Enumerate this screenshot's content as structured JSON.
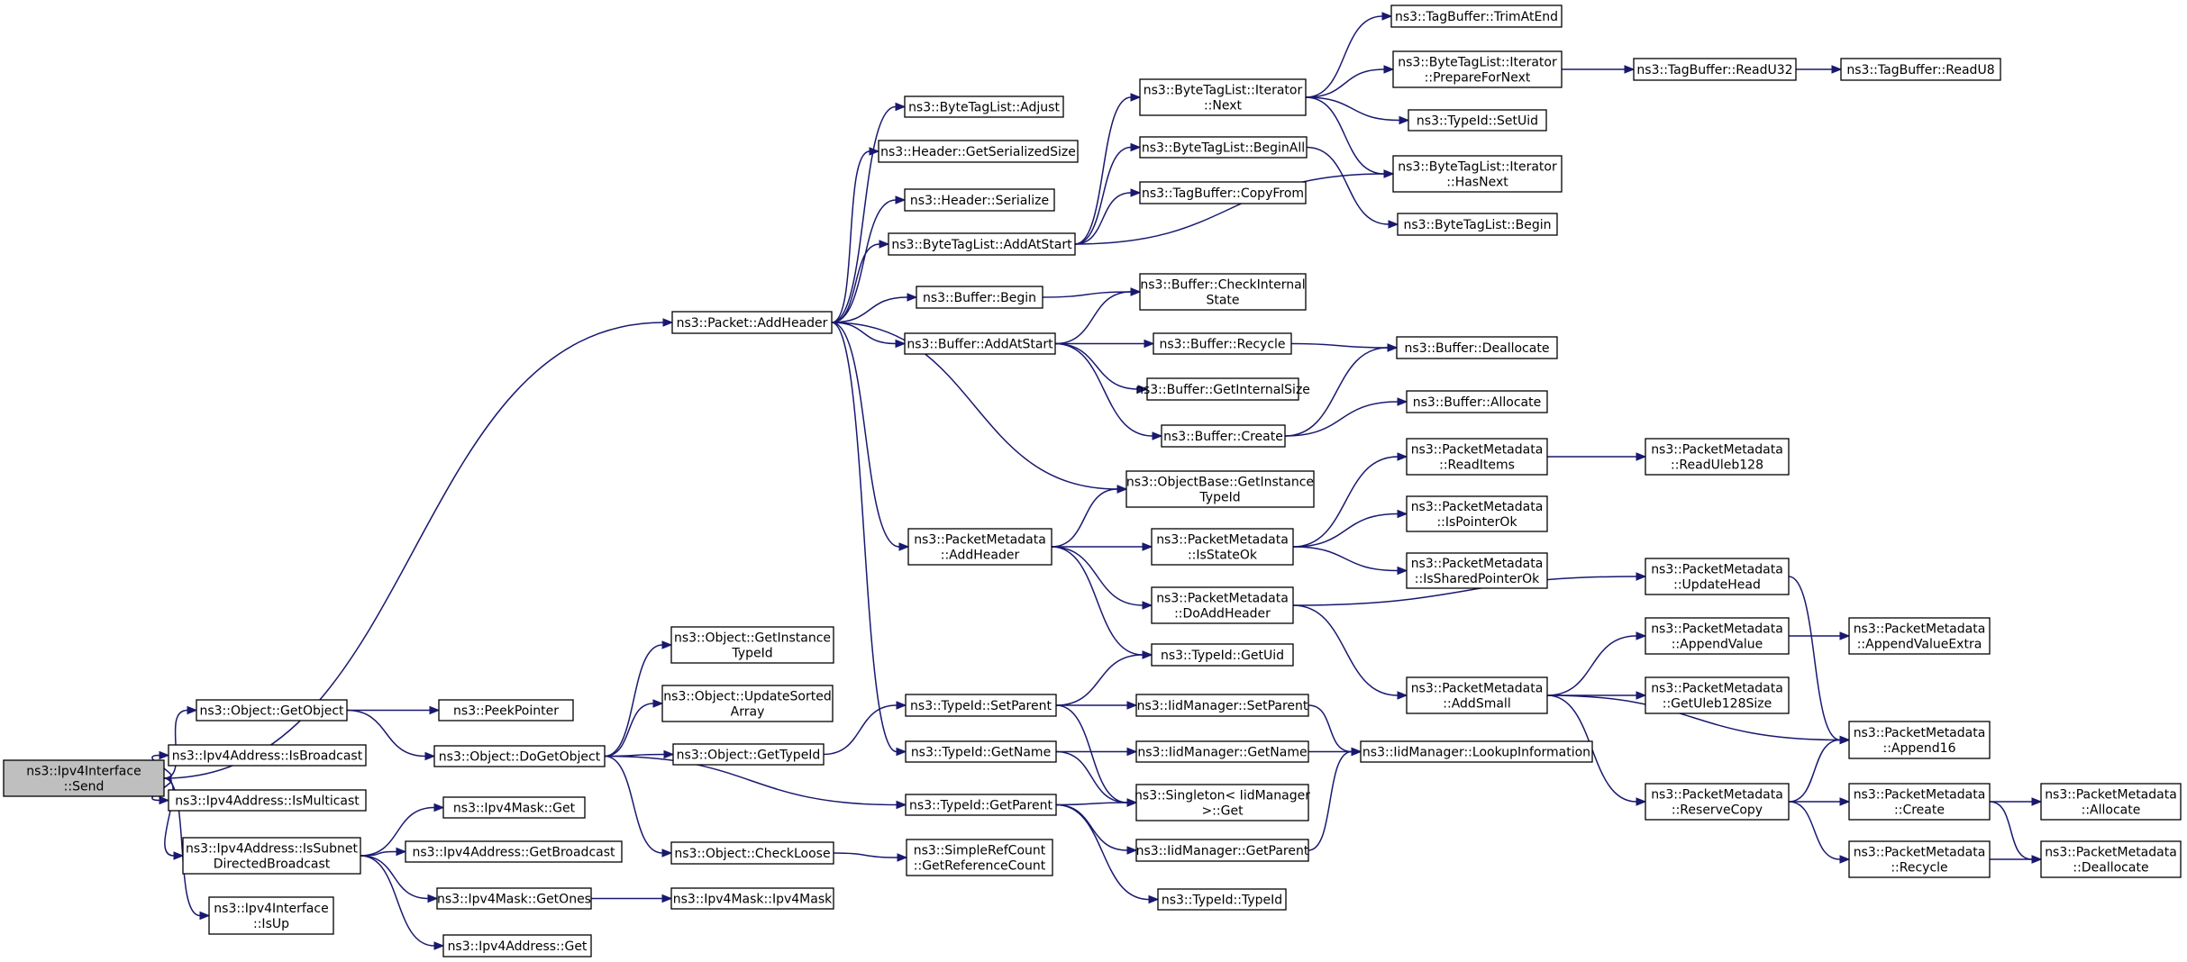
{
  "nodes": {
    "send": [
      "ns3::Ipv4Interface",
      "::Send"
    ],
    "getobject": [
      "ns3::Object::GetObject"
    ],
    "isbroadcast": [
      "ns3::Ipv4Address::IsBroadcast"
    ],
    "ismulticast": [
      "ns3::Ipv4Address::IsMulticast"
    ],
    "issubnet": [
      "ns3::Ipv4Address::IsSubnet",
      "DirectedBroadcast"
    ],
    "isup": [
      "ns3::Ipv4Interface",
      "::IsUp"
    ],
    "addheader": [
      "ns3::Packet::AddHeader"
    ],
    "peekpointer": [
      "ns3::PeekPointer"
    ],
    "dogetobject": [
      "ns3::Object::DoGetObject"
    ],
    "maskget": [
      "ns3::Ipv4Mask::Get"
    ],
    "getbroadcast": [
      "ns3::Ipv4Address::GetBroadcast"
    ],
    "getones": [
      "ns3::Ipv4Mask::GetOnes"
    ],
    "addrget": [
      "ns3::Ipv4Address::Get"
    ],
    "bytetagadjust": [
      "ns3::ByteTagList::Adjust"
    ],
    "headerserialsize": [
      "ns3::Header::GetSerializedSize"
    ],
    "headerserialize": [
      "ns3::Header::Serialize"
    ],
    "addatstart": [
      "ns3::ByteTagList::AddAtStart"
    ],
    "bufferbegin": [
      "ns3::Buffer::Begin"
    ],
    "bufferaddatstart": [
      "ns3::Buffer::AddAtStart"
    ],
    "pmaddheader": [
      "ns3::PacketMetadata",
      "::AddHeader"
    ],
    "objinstancetypeid": [
      "ns3::Object::GetInstance",
      "TypeId"
    ],
    "updatesorted": [
      "ns3::Object::UpdateSorted",
      "Array"
    ],
    "objgettypeid": [
      "ns3::Object::GetTypeId"
    ],
    "checkloose": [
      "ns3::Object::CheckLoose"
    ],
    "ipv4maskctor": [
      "ns3::Ipv4Mask::Ipv4Mask"
    ],
    "setparent": [
      "ns3::TypeId::SetParent"
    ],
    "getname": [
      "ns3::TypeId::GetName"
    ],
    "getparent": [
      "ns3::TypeId::GetParent"
    ],
    "getrefcount": [
      "ns3::SimpleRefCount",
      "::GetReferenceCount"
    ],
    "iternext": [
      "ns3::ByteTagList::Iterator",
      "::Next"
    ],
    "beginall": [
      "ns3::ByteTagList::BeginAll"
    ],
    "copyfrom": [
      "ns3::TagBuffer::CopyFrom"
    ],
    "checkinternal": [
      "ns3::Buffer::CheckInternal",
      "State"
    ],
    "bufrecycle": [
      "ns3::Buffer::Recycle"
    ],
    "getinternalsize": [
      "ns3::Buffer::GetInternalSize"
    ],
    "bufcreate": [
      "ns3::Buffer::Create"
    ],
    "objbaseinstance": [
      "ns3::ObjectBase::GetInstance",
      "TypeId"
    ],
    "isstateok": [
      "ns3::PacketMetadata",
      "::IsStateOk"
    ],
    "doaddheader": [
      "ns3::PacketMetadata",
      "::DoAddHeader"
    ],
    "getuid": [
      "ns3::TypeId::GetUid"
    ],
    "iidsetparent": [
      "ns3::IidManager::SetParent"
    ],
    "iidgetname": [
      "ns3::IidManager::GetName"
    ],
    "singletonget": [
      "ns3::Singleton< IidManager",
      ">::Get"
    ],
    "iidgetparent": [
      "ns3::IidManager::GetParent"
    ],
    "typeidctor": [
      "ns3::TypeId::TypeId"
    ],
    "trimatend": [
      "ns3::TagBuffer::TrimAtEnd"
    ],
    "preparefornext": [
      "ns3::ByteTagList::Iterator",
      "::PrepareForNext"
    ],
    "setuid": [
      "ns3::TypeId::SetUid"
    ],
    "hasnext": [
      "ns3::ByteTagList::Iterator",
      "::HasNext"
    ],
    "bytetagbegin": [
      "ns3::ByteTagList::Begin"
    ],
    "bufdeallocate": [
      "ns3::Buffer::Deallocate"
    ],
    "bufallocate": [
      "ns3::Buffer::Allocate"
    ],
    "readitems": [
      "ns3::PacketMetadata",
      "::ReadItems"
    ],
    "ispointerok": [
      "ns3::PacketMetadata",
      "::IsPointerOk"
    ],
    "issharedptrok": [
      "ns3::PacketMetadata",
      "::IsSharedPointerOk"
    ],
    "addsmall": [
      "ns3::PacketMetadata",
      "::AddSmall"
    ],
    "lookupinfo": [
      "ns3::IidManager::LookupInformation"
    ],
    "readu32": [
      "ns3::TagBuffer::ReadU32"
    ],
    "readu8": [
      "ns3::TagBuffer::ReadU8"
    ],
    "readuleb": [
      "ns3::PacketMetadata",
      "::ReadUleb128"
    ],
    "updatehead": [
      "ns3::PacketMetadata",
      "::UpdateHead"
    ],
    "appendvalue": [
      "ns3::PacketMetadata",
      "::AppendValue"
    ],
    "getuleb": [
      "ns3::PacketMetadata",
      "::GetUleb128Size"
    ],
    "reservecopy": [
      "ns3::PacketMetadata",
      "::ReserveCopy"
    ],
    "appendvalueextra": [
      "ns3::PacketMetadata",
      "::AppendValueExtra"
    ],
    "append16": [
      "ns3::PacketMetadata",
      "::Append16"
    ],
    "pmcreate": [
      "ns3::PacketMetadata",
      "::Create"
    ],
    "pmrecycle": [
      "ns3::PacketMetadata",
      "::Recycle"
    ],
    "pmallocate": [
      "ns3::PacketMetadata",
      "::Allocate"
    ],
    "pmdeallocate": [
      "ns3::PacketMetadata",
      "::Deallocate"
    ]
  },
  "edges": [
    [
      "send",
      "getobject"
    ],
    [
      "send",
      "isbroadcast"
    ],
    [
      "send",
      "ismulticast"
    ],
    [
      "send",
      "issubnet"
    ],
    [
      "send",
      "isup"
    ],
    [
      "send",
      "addheader"
    ],
    [
      "getobject",
      "peekpointer"
    ],
    [
      "getobject",
      "dogetobject"
    ],
    [
      "issubnet",
      "maskget"
    ],
    [
      "issubnet",
      "getbroadcast"
    ],
    [
      "issubnet",
      "getones"
    ],
    [
      "issubnet",
      "addrget"
    ],
    [
      "dogetobject",
      "objinstancetypeid"
    ],
    [
      "dogetobject",
      "updatesorted"
    ],
    [
      "dogetobject",
      "objgettypeid"
    ],
    [
      "dogetobject",
      "checkloose"
    ],
    [
      "dogetobject",
      "getparent"
    ],
    [
      "getones",
      "ipv4maskctor"
    ],
    [
      "objgettypeid",
      "setparent"
    ],
    [
      "checkloose",
      "getrefcount"
    ],
    [
      "addheader",
      "bytetagadjust"
    ],
    [
      "addheader",
      "headerserialsize"
    ],
    [
      "addheader",
      "headerserialize"
    ],
    [
      "addheader",
      "addatstart"
    ],
    [
      "addheader",
      "bufferbegin"
    ],
    [
      "addheader",
      "bufferaddatstart"
    ],
    [
      "addheader",
      "objbaseinstance"
    ],
    [
      "addheader",
      "pmaddheader"
    ],
    [
      "addheader",
      "getname"
    ],
    [
      "addatstart",
      "iternext"
    ],
    [
      "addatstart",
      "beginall"
    ],
    [
      "addatstart",
      "copyfrom"
    ],
    [
      "addatstart",
      "hasnext"
    ],
    [
      "bufferbegin",
      "checkinternal"
    ],
    [
      "bufferaddatstart",
      "checkinternal"
    ],
    [
      "bufferaddatstart",
      "bufrecycle"
    ],
    [
      "bufferaddatstart",
      "getinternalsize"
    ],
    [
      "bufferaddatstart",
      "bufcreate"
    ],
    [
      "pmaddheader",
      "objbaseinstance"
    ],
    [
      "pmaddheader",
      "isstateok"
    ],
    [
      "pmaddheader",
      "doaddheader"
    ],
    [
      "pmaddheader",
      "getuid"
    ],
    [
      "setparent",
      "getuid"
    ],
    [
      "setparent",
      "iidsetparent"
    ],
    [
      "setparent",
      "singletonget"
    ],
    [
      "getname",
      "iidgetname"
    ],
    [
      "getname",
      "singletonget"
    ],
    [
      "getparent",
      "singletonget"
    ],
    [
      "getparent",
      "iidgetparent"
    ],
    [
      "getparent",
      "typeidctor"
    ],
    [
      "iternext",
      "trimatend"
    ],
    [
      "iternext",
      "preparefornext"
    ],
    [
      "iternext",
      "setuid"
    ],
    [
      "iternext",
      "hasnext"
    ],
    [
      "beginall",
      "bytetagbegin"
    ],
    [
      "bufrecycle",
      "bufdeallocate"
    ],
    [
      "bufcreate",
      "bufdeallocate"
    ],
    [
      "bufcreate",
      "bufallocate"
    ],
    [
      "isstateok",
      "readitems"
    ],
    [
      "isstateok",
      "ispointerok"
    ],
    [
      "isstateok",
      "issharedptrok"
    ],
    [
      "doaddheader",
      "updatehead"
    ],
    [
      "doaddheader",
      "addsmall"
    ],
    [
      "iidsetparent",
      "lookupinfo"
    ],
    [
      "iidgetname",
      "lookupinfo"
    ],
    [
      "iidgetparent",
      "lookupinfo"
    ],
    [
      "preparefornext",
      "readu32"
    ],
    [
      "readu32",
      "readu8"
    ],
    [
      "readitems",
      "readuleb"
    ],
    [
      "addsmall",
      "appendvalue"
    ],
    [
      "addsmall",
      "getuleb"
    ],
    [
      "addsmall",
      "append16"
    ],
    [
      "addsmall",
      "reservecopy"
    ],
    [
      "updatehead",
      "append16"
    ],
    [
      "appendvalue",
      "appendvalueextra"
    ],
    [
      "reservecopy",
      "append16"
    ],
    [
      "reservecopy",
      "pmcreate"
    ],
    [
      "reservecopy",
      "pmrecycle"
    ],
    [
      "pmcreate",
      "pmallocate"
    ],
    [
      "pmcreate",
      "pmdeallocate"
    ],
    [
      "pmrecycle",
      "pmdeallocate"
    ]
  ]
}
